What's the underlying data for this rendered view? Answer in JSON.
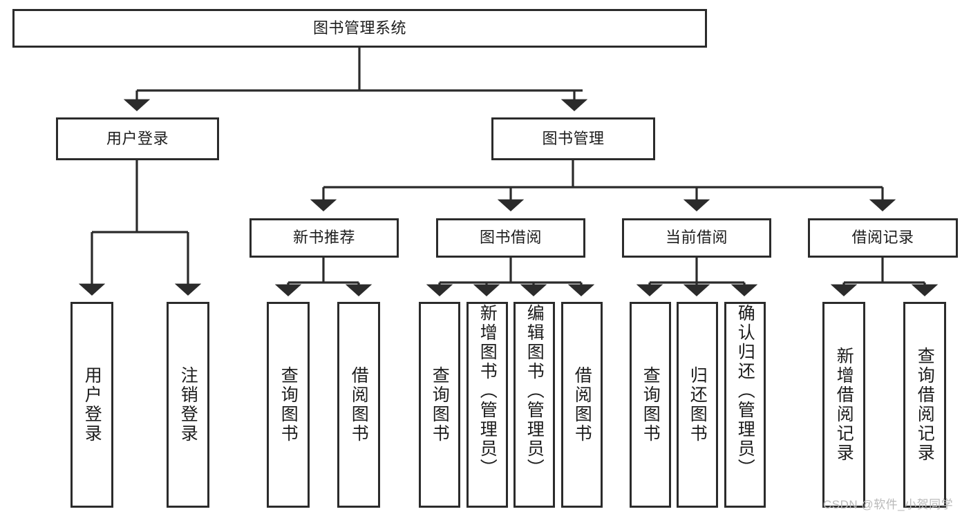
{
  "diagram": {
    "type": "tree",
    "title": "图书管理系统",
    "colors": {
      "box_border": "#2b2b2b",
      "box_fill": "#ffffff",
      "connector": "#2b2b2b",
      "text": "#1c1c1c",
      "watermark": "#b9b9b9",
      "background": "#ffffff"
    },
    "root": {
      "label": "图书管理系统"
    },
    "level2": [
      {
        "label": "用户登录"
      },
      {
        "label": "图书管理"
      }
    ],
    "level3": [
      {
        "label": "新书推荐"
      },
      {
        "label": "图书借阅"
      },
      {
        "label": "当前借阅"
      },
      {
        "label": "借阅记录"
      }
    ],
    "leaves": {
      "user_login": [
        {
          "label": "用户登录"
        },
        {
          "label": "注销登录"
        }
      ],
      "new_book_recommend": [
        {
          "label": "查询图书"
        },
        {
          "label": "借阅图书"
        }
      ],
      "book_borrow": [
        {
          "label": "查询图书"
        },
        {
          "label": "新增图书（管理员）"
        },
        {
          "label": "编辑图书（管理员）"
        },
        {
          "label": "借阅图书"
        }
      ],
      "current_borrow": [
        {
          "label": "查询图书"
        },
        {
          "label": "归还图书"
        },
        {
          "label": "确认归还（管理员）"
        }
      ],
      "borrow_record": [
        {
          "label": "新增借阅记录"
        },
        {
          "label": "查询借阅记录"
        }
      ]
    }
  },
  "watermark": {
    "text": "CSDN @软件_小贺同学"
  }
}
